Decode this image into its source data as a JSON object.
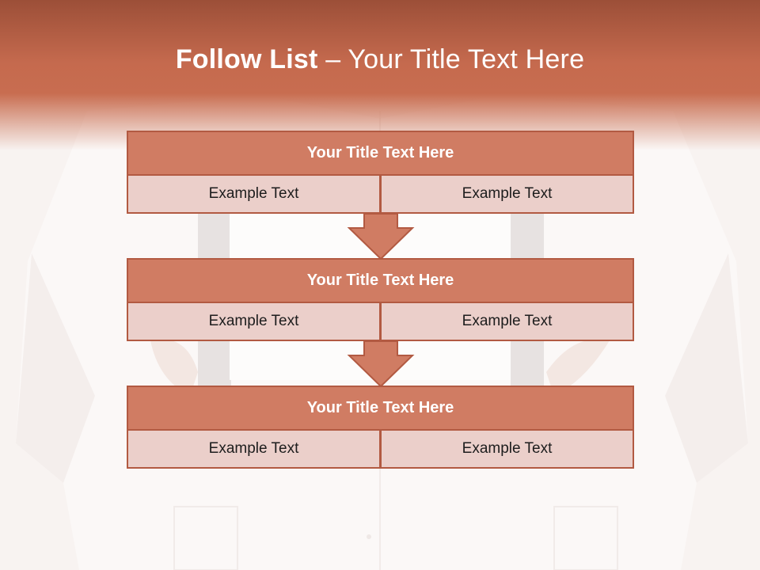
{
  "slide": {
    "title_bold": "Follow List",
    "title_rest": " – Your Title Text Here"
  },
  "steps": [
    {
      "title": "Your Title Text Here",
      "left": "Example Text",
      "right": "Example Text"
    },
    {
      "title": "Your Title Text Here",
      "left": "Example Text",
      "right": "Example Text"
    },
    {
      "title": "Your Title Text Here",
      "left": "Example Text",
      "right": "Example Text"
    }
  ],
  "colors": {
    "accent": "#c86d50",
    "header_fill": "#d07c63",
    "cell_fill": "#ebcfca",
    "border": "#b25a42"
  }
}
